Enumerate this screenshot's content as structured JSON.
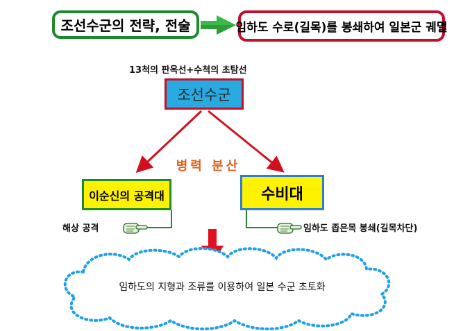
{
  "strategy": {
    "text": "조선수군의 전략, 전술"
  },
  "goal": {
    "text": "임하도 수로(길목)를 봉쇄하여 일본군 궤멸"
  },
  "fleet": {
    "caption": "13척의 판옥선+수척의 초탐선",
    "label": "조선수군"
  },
  "split_label": "병력 분산",
  "attack": {
    "label": "이순신의 공격대",
    "note": "해상 공격"
  },
  "defense": {
    "label": "수비대",
    "note": "임하도 좁은목 봉쇄(길목차단)"
  },
  "result": {
    "text": "임하도의 지형과 조류를 이용하여 일본 수군 초토화"
  },
  "colors": {
    "green": "#1e8a2e",
    "red": "#c0102a",
    "blue": "#29abe2",
    "yellow": "#fff200",
    "orange": "#e0601e",
    "cloud": "#1ea0e6"
  }
}
